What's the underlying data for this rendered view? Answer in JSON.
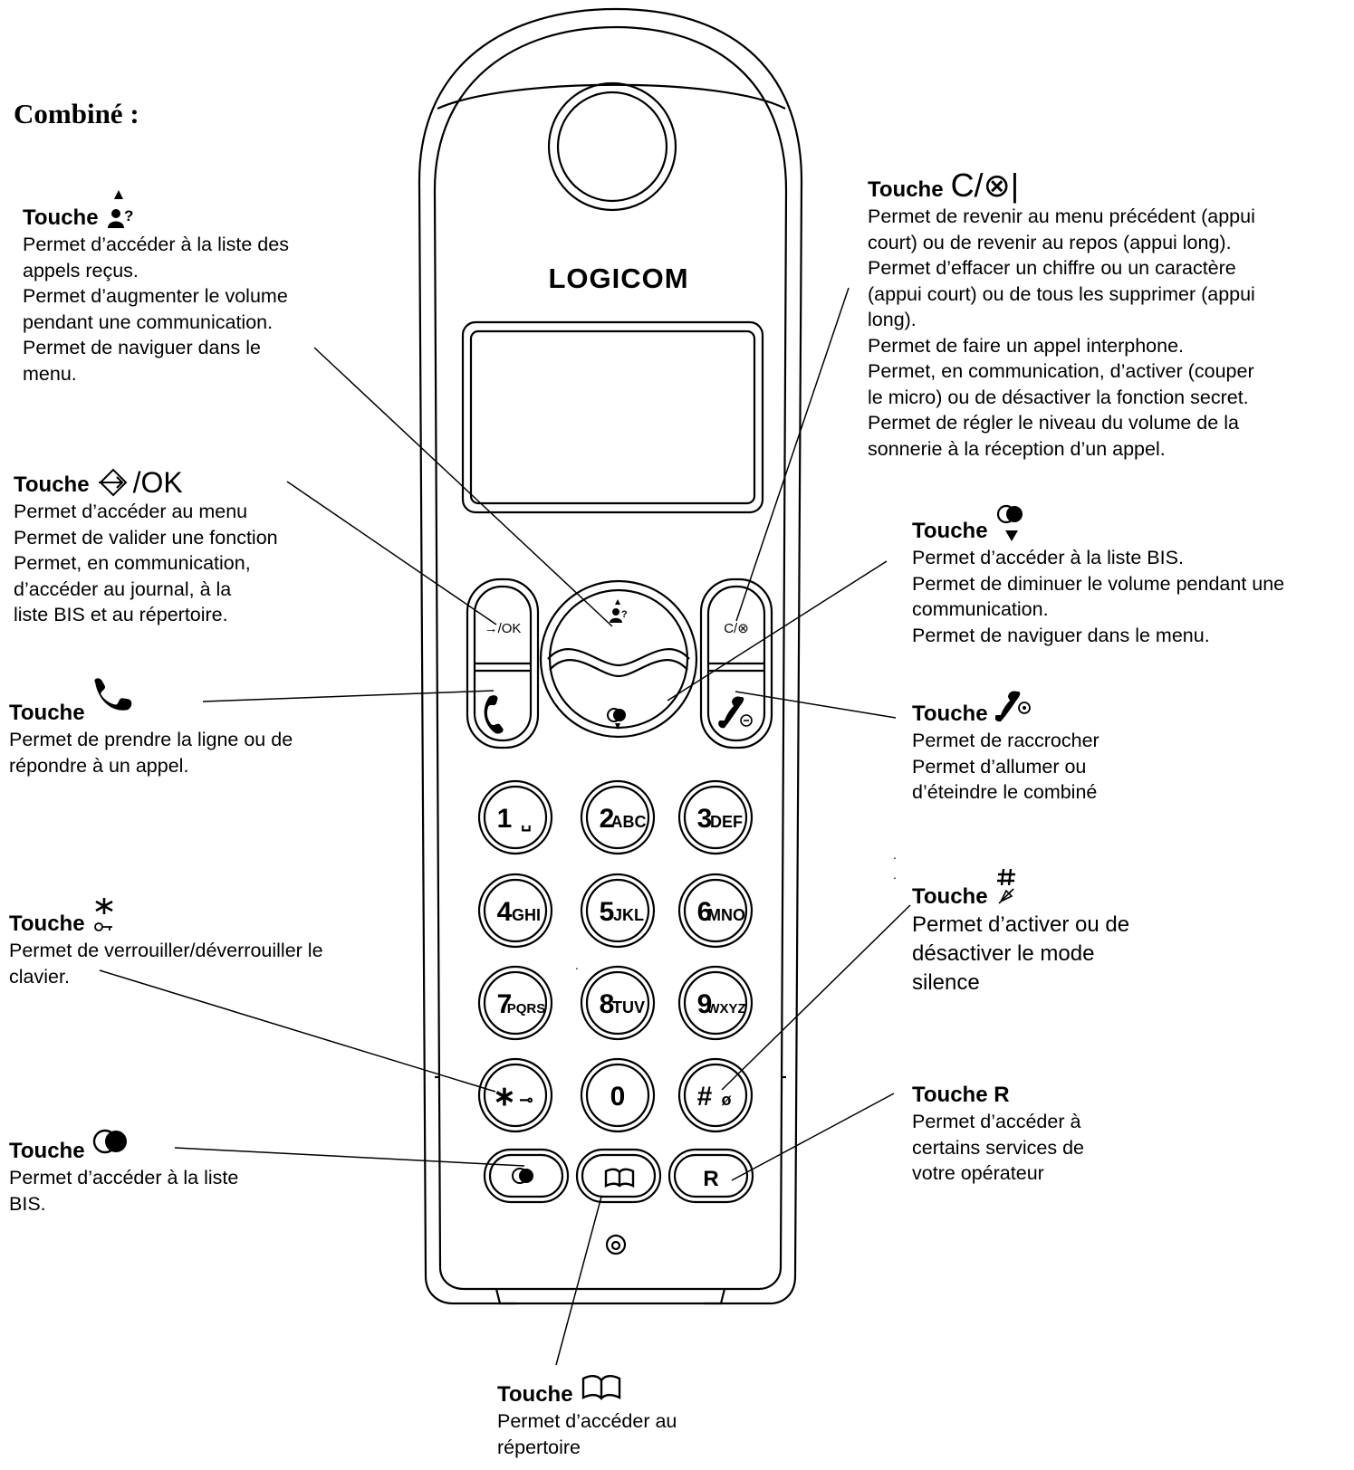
{
  "title": "Combiné :",
  "brand": "LOGICOM",
  "dots": [
    ".",
    ".",
    "."
  ],
  "keypad": {
    "ok_key": "→/OK",
    "clear_key": "C/⊗",
    "keys": [
      {
        "digit": "1",
        "letters": "␣"
      },
      {
        "digit": "2",
        "letters": "ABC"
      },
      {
        "digit": "3",
        "letters": "DEF"
      },
      {
        "digit": "4",
        "letters": "GHI"
      },
      {
        "digit": "5",
        "letters": "JKL"
      },
      {
        "digit": "6",
        "letters": "MNO"
      },
      {
        "digit": "7",
        "letters": "PQRS"
      },
      {
        "digit": "8",
        "letters": "TUV"
      },
      {
        "digit": "9",
        "letters": "WXYZ"
      },
      {
        "digit": "∗",
        "letters": "⊸"
      },
      {
        "digit": "0",
        "letters": ""
      },
      {
        "digit": "#",
        "letters": "ø"
      }
    ],
    "r_key": "R"
  },
  "callouts": {
    "up": {
      "touche": "Touche",
      "icon": "up-arrow-caller-icon",
      "description": "Permet d’accéder à la liste des\nappels reçus.\nPermet d’augmenter le volume\npendant une communication.\nPermet de naviguer dans le\nmenu."
    },
    "ok": {
      "touche": "Touche",
      "icon_text": "→/OK",
      "description": "Permet d’accéder au menu\nPermet de valider une fonction\nPermet, en communication,\nd’accéder au journal, à la\n  liste BIS et au répertoire."
    },
    "talk": {
      "touche": "Touche",
      "icon": "phone-pickup-icon",
      "description": "Permet de prendre la ligne ou de\nrépondre à un appel."
    },
    "star": {
      "touche": "Touche",
      "icon": "star-key-lock-icon",
      "description": "Permet de verrouiller/déverrouiller le\nclavier."
    },
    "redial": {
      "touche": "Touche",
      "icon": "redial-icon",
      "description": "Permet d’accéder à la liste\nBIS."
    },
    "clear": {
      "touche": "Touche",
      "icon_text": "C/⊗|",
      "description": "Permet de revenir au menu précédent (appui\ncourt) ou  de revenir au repos (appui long).\nPermet d’effacer un chiffre ou un caractère\n(appui court) ou de tous les supprimer (appui\nlong).\nPermet de faire un appel interphone.\nPermet, en communication, d’activer (couper\n le micro) ou de désactiver la fonction secret.\nPermet de régler le niveau du volume de la\nsonnerie à la réception d’un appel."
    },
    "down": {
      "touche": "Touche",
      "icon": "down-arrow-redial-icon",
      "description": "Permet d’accéder à la liste BIS.\nPermet de diminuer le volume pendant une\ncommunication.\nPermet de naviguer dans le menu."
    },
    "hangup": {
      "touche": "Touche",
      "icon": "phone-hangup-icon",
      "description": "Permet de raccrocher\nPermet d’allumer ou\nd’éteindre le combiné"
    },
    "hash": {
      "touche": "Touche",
      "icon": "hash-silence-icon",
      "description": "Permet d’activer ou de\ndésactiver le mode\nsilence"
    },
    "r": {
      "touche": "Touche  R",
      "description": "Permet d’accéder à\ncertains services de\nvotre opérateur"
    },
    "book": {
      "touche": "Touche",
      "icon": "phonebook-icon",
      "description": "Permet d’accéder au\nrépertoire"
    }
  }
}
